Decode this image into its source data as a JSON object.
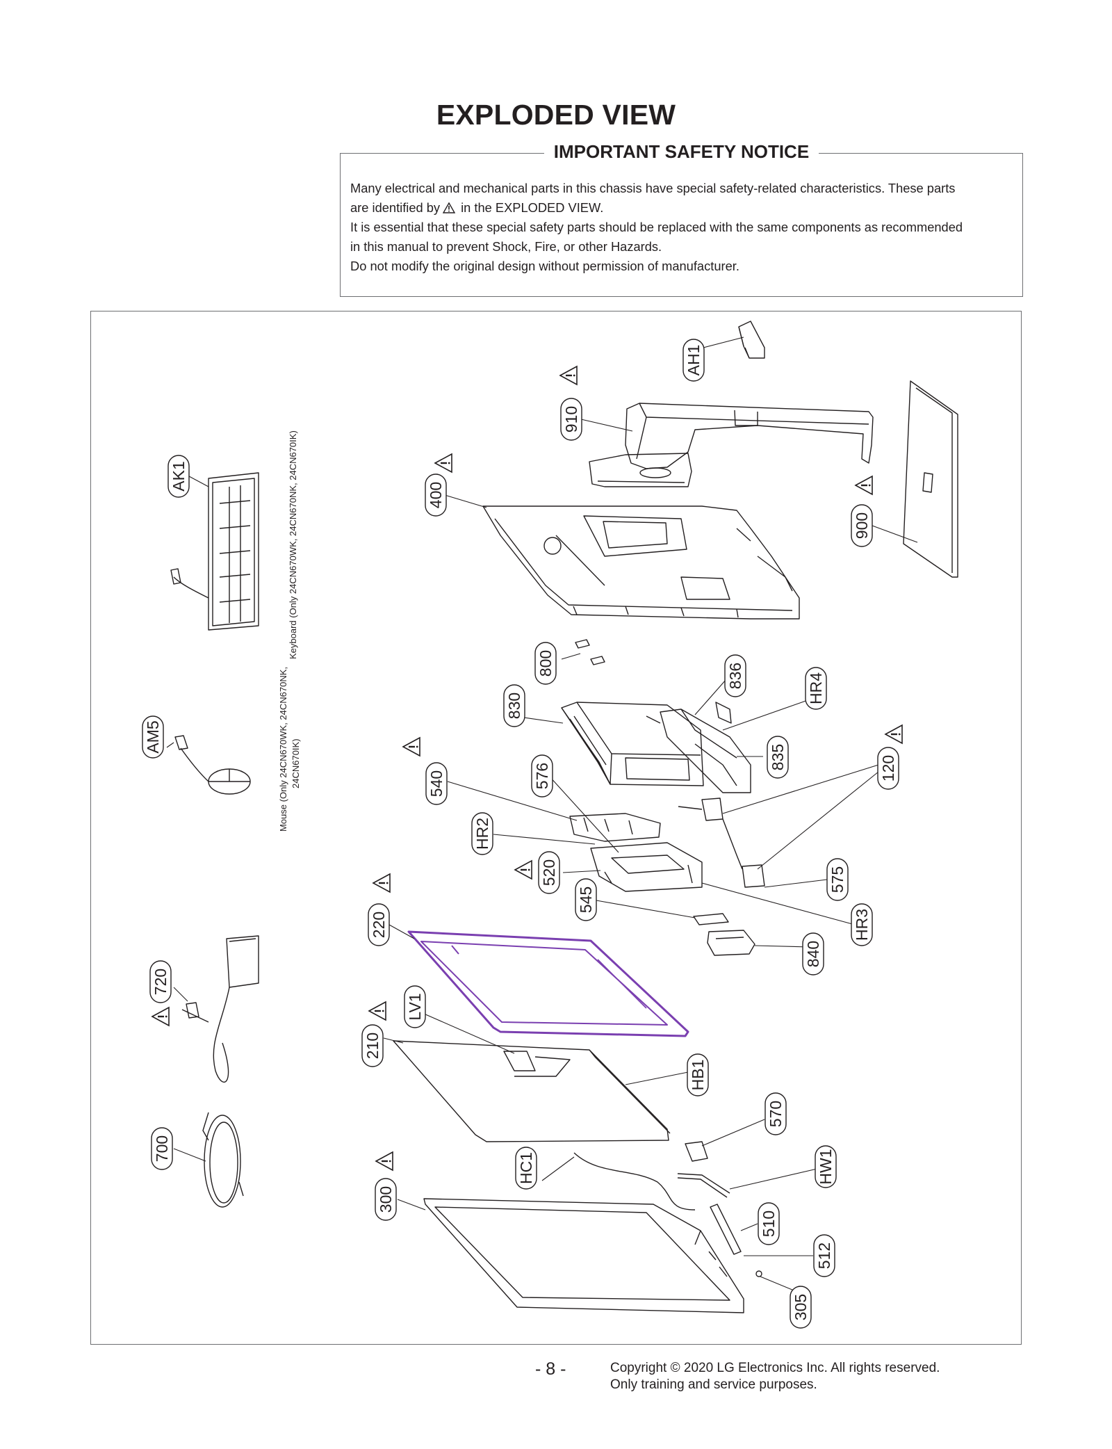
{
  "title": "EXPLODED VIEW",
  "notice": {
    "heading": "IMPORTANT SAFETY NOTICE",
    "line1": "Many electrical and mechanical parts in this chassis have special safety-related characteristics. These parts",
    "line2a": "are identified by",
    "line2b": "in the EXPLODED VIEW.",
    "line3": "It is essential that these special safety parts should be replaced with the same components as recommended",
    "line4": "in this manual to prevent Shock, Fire, or other Hazards.",
    "line5": "Do not modify the original design without permission of manufacturer."
  },
  "diagram": {
    "callouts": {
      "ah1": "AH1",
      "c910": "910",
      "c400": "400",
      "c900": "900",
      "ak1": "AK1",
      "c800": "800",
      "c830": "830",
      "c836": "836",
      "hr4": "HR4",
      "c835": "835",
      "am5": "AM5",
      "c120": "120",
      "c540": "540",
      "c576": "576",
      "hr2": "HR2",
      "c520": "520",
      "c545": "545",
      "c575": "575",
      "hr3": "HR3",
      "c220": "220",
      "c840": "840",
      "c720": "720",
      "lv1": "LV1",
      "c210": "210",
      "hb1": "HB1",
      "c570": "570",
      "c700": "700",
      "hc1": "HC1",
      "hw1": "HW1",
      "c300": "300",
      "c510": "510",
      "c512": "512",
      "c305": "305"
    },
    "keyboard_note": "Keyboard (Only 24CN670WK, 24CN670NK, 24CN670IK)",
    "mouse_note_1": "Mouse (Only 24CN670WK, 24CN670NK,",
    "mouse_note_2": "24CN670IK)",
    "accent_color": "#7a3fb0"
  },
  "footer": {
    "page": "- 8 -",
    "copyright": "Copyright © 2020 LG Electronics Inc. All rights reserved.",
    "usage": "Only training and service purposes."
  }
}
